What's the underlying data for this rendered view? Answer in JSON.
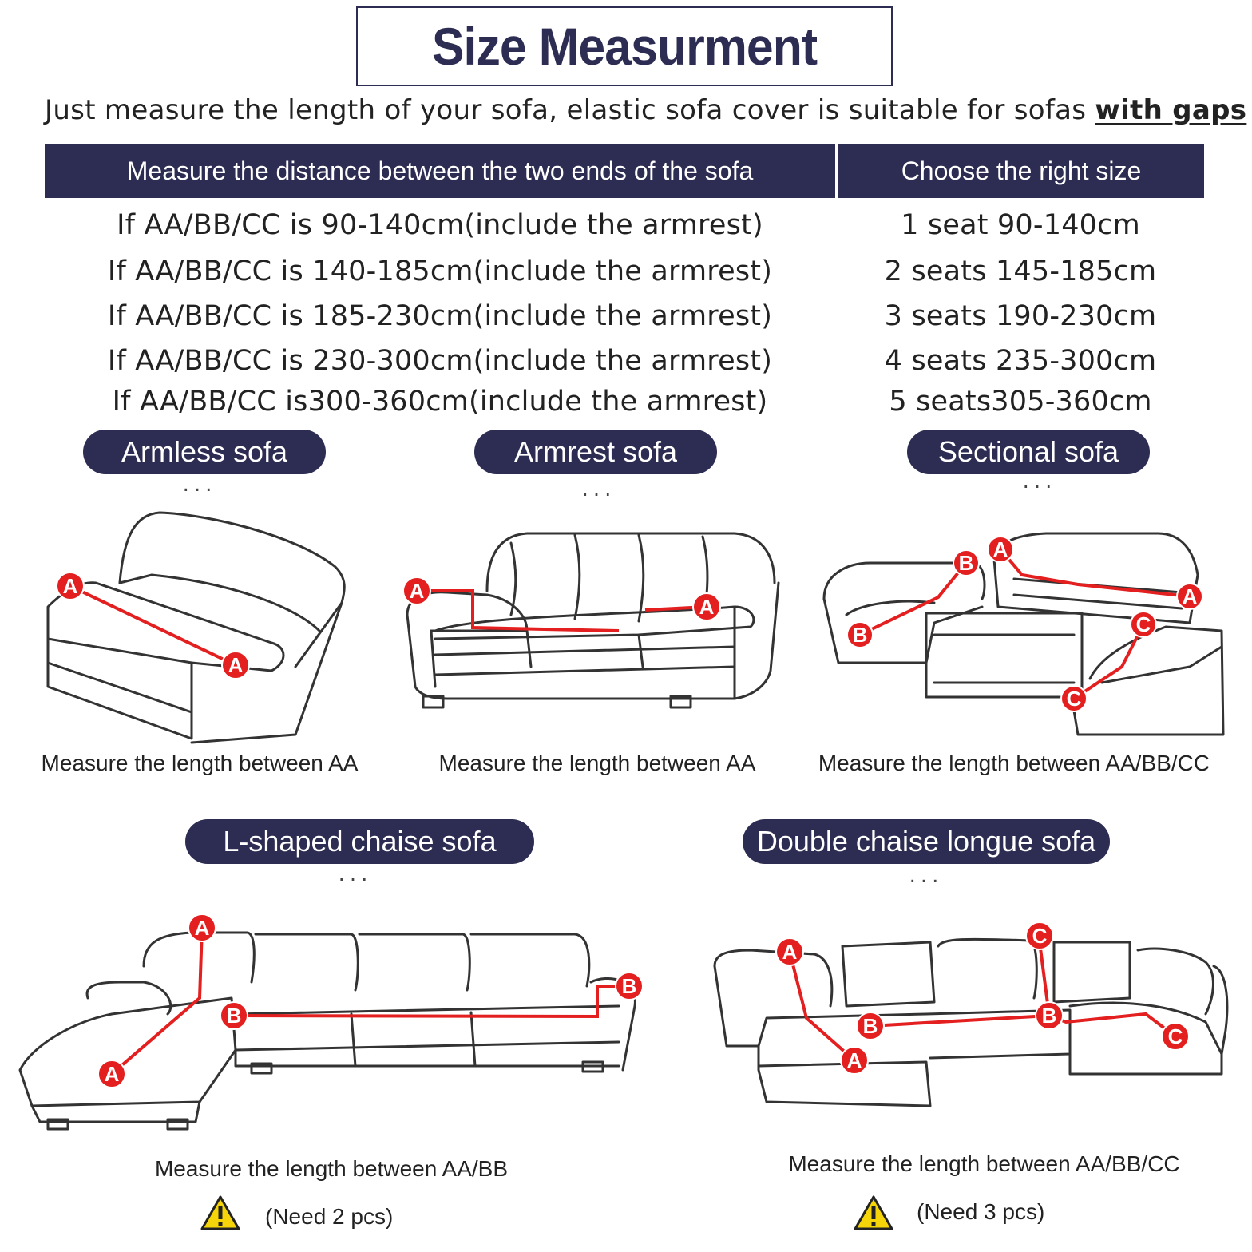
{
  "title": "Size Measurment",
  "intro": {
    "text": "Just measure the length of your sofa, elastic sofa cover is suitable for sofas ",
    "emphasis": "with gaps"
  },
  "table": {
    "headers": [
      "Measure the distance between the two ends of the sofa",
      "Choose the right size"
    ],
    "rows": [
      {
        "condition": "If AA/BB/CC is 90-140cm(include the armrest)",
        "size": "1 seat 90-140cm"
      },
      {
        "condition": "If AA/BB/CC is 140-185cm(include the armrest)",
        "size": "2 seats 145-185cm"
      },
      {
        "condition": "If AA/BB/CC is 185-230cm(include the armrest)",
        "size": "3 seats 190-230cm"
      },
      {
        "condition": "If AA/BB/CC is 230-300cm(include the armrest)",
        "size": "4 seats 235-300cm"
      },
      {
        "condition": "If AA/BB/CC is300-360cm(include the armrest)",
        "size": "5 seats305-360cm"
      }
    ]
  },
  "sofas": [
    {
      "label": "Armless sofa",
      "caption": "Measure the length between AA",
      "markers": [
        "A",
        "A"
      ]
    },
    {
      "label": "Armrest sofa",
      "caption": "Measure the length between AA",
      "markers": [
        "A",
        "A"
      ]
    },
    {
      "label": "Sectional sofa",
      "caption": "Measure the length between AA/BB/CC",
      "markers": [
        "A",
        "A",
        "B",
        "B",
        "C",
        "C"
      ]
    },
    {
      "label": "L-shaped chaise sofa",
      "caption": "Measure the length between AA/BB",
      "need": "(Need 2 pcs)",
      "markers": [
        "A",
        "A",
        "B",
        "B"
      ]
    },
    {
      "label": "Double chaise longue sofa",
      "caption": "Measure the length between AA/BB/CC",
      "need": "(Need 3 pcs)",
      "markers": [
        "A",
        "A",
        "B",
        "B",
        "C",
        "C"
      ]
    }
  ],
  "dots": "...",
  "icons": {
    "warning": "warning-icon"
  },
  "colors": {
    "navy": "#2d2c52",
    "marker_red": "#e41f1f",
    "warning_yellow": "#f5d50a"
  }
}
